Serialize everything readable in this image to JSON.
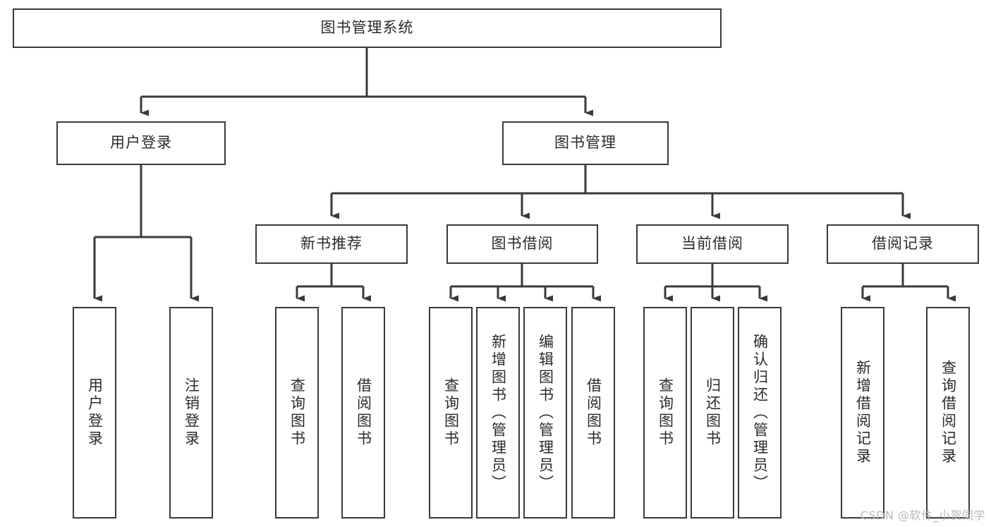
{
  "diagram": {
    "title": "图书管理系统",
    "type": "tree",
    "root": {
      "id": "root",
      "label": "图书管理系统"
    },
    "level2": [
      {
        "id": "user-login",
        "label": "用户登录"
      },
      {
        "id": "book-manage",
        "label": "图书管理"
      }
    ],
    "level3": [
      {
        "id": "new-book-recommend",
        "label": "新书推荐",
        "parent": "book-manage"
      },
      {
        "id": "book-borrow",
        "label": "图书借阅",
        "parent": "book-manage"
      },
      {
        "id": "current-borrow",
        "label": "当前借阅",
        "parent": "book-manage"
      },
      {
        "id": "borrow-record",
        "label": "借阅记录",
        "parent": "book-manage"
      }
    ],
    "leaves": {
      "user-login": [
        {
          "id": "leaf-user-login",
          "label": "用户登录"
        },
        {
          "id": "leaf-logout",
          "label": "注销登录"
        }
      ],
      "new-book-recommend": [
        {
          "id": "leaf-query-book-1",
          "label": "查询图书"
        },
        {
          "id": "leaf-borrow-book-1",
          "label": "借阅图书"
        }
      ],
      "book-borrow": [
        {
          "id": "leaf-query-book-2",
          "label": "查询图书"
        },
        {
          "id": "leaf-add-book",
          "label": "新增图书（管理员）"
        },
        {
          "id": "leaf-edit-book",
          "label": "编辑图书（管理员）"
        },
        {
          "id": "leaf-borrow-book-2",
          "label": "借阅图书"
        }
      ],
      "current-borrow": [
        {
          "id": "leaf-query-book-3",
          "label": "查询图书"
        },
        {
          "id": "leaf-return-book",
          "label": "归还图书"
        },
        {
          "id": "leaf-confirm-return",
          "label": "确认归还（管理员）"
        }
      ],
      "borrow-record": [
        {
          "id": "leaf-add-record",
          "label": "新增借阅记录"
        },
        {
          "id": "leaf-query-record",
          "label": "查询借阅记录"
        }
      ]
    }
  },
  "watermark": {
    "text": "CSDN @软件_小贺同学"
  },
  "colors": {
    "stroke": "#3a3a3a",
    "text": "#2b2b2b",
    "background": "#ffffff",
    "watermark": "#b9b9b9"
  }
}
